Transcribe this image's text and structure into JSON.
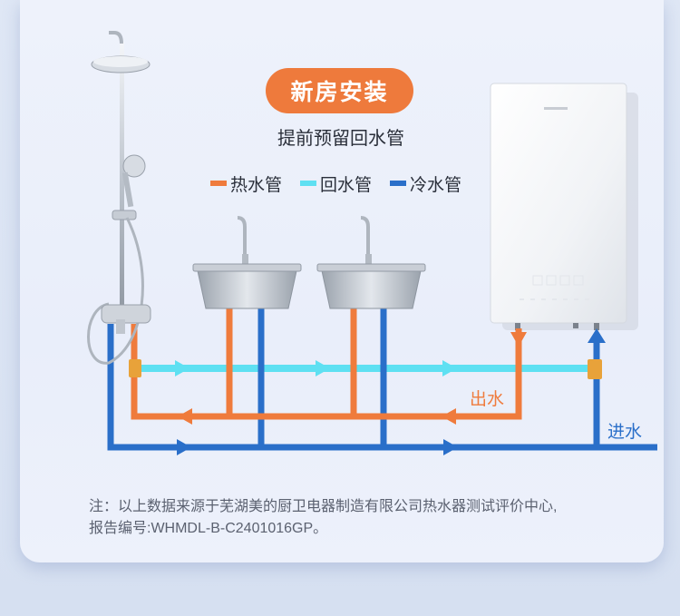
{
  "header": {
    "title": "新房安装",
    "subtitle": "提前预留回水管"
  },
  "legend": [
    {
      "label": "热水管",
      "color": "#ef7b3c"
    },
    {
      "label": "回水管",
      "color": "#5ee0f2"
    },
    {
      "label": "冷水管",
      "color": "#2a6fc9"
    }
  ],
  "diagram": {
    "outlet_label": "出水",
    "inlet_label": "进水"
  },
  "note": {
    "line1": "注：以上数据来源于芜湖美的厨卫电器制造有限公司热水器测试评价中心,",
    "line2": "报告编号:WHMDL-B-C2401016GP。"
  },
  "colors": {
    "hot": "#ef7b3c",
    "return": "#5ee0f2",
    "cold": "#2a6fc9",
    "accent": "#ee7a3c"
  }
}
